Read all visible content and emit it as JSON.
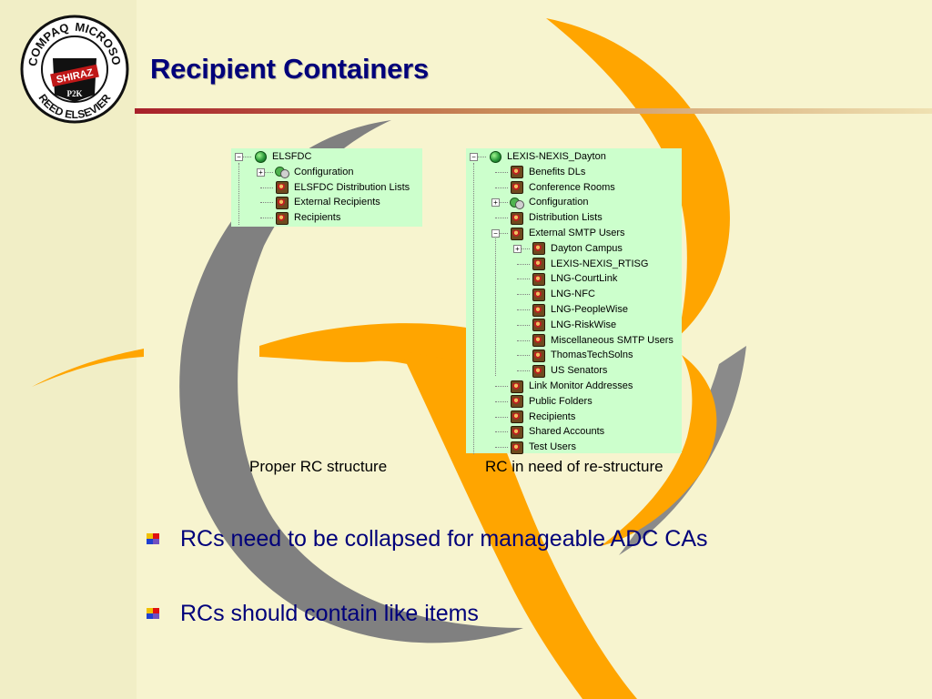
{
  "slide": {
    "title": "Recipient Containers",
    "logo": {
      "top_text": "MICROSOFT",
      "left_text": "COMPAQ",
      "bottom_text": "REED ELSEVIER",
      "center_text": "SHIRAZ",
      "sub_text": "P2K"
    },
    "colors": {
      "background": "#f7f4cf",
      "title": "#00007a",
      "rule_start": "#a8202a",
      "swoosh_gray": "#7f7f7f",
      "swoosh_orange": "#ffa500",
      "tree_bg": "#ccffcc"
    }
  },
  "tree_left": {
    "nodes": [
      {
        "label": "ELSFDC",
        "icon": "globe-icon",
        "level": 0,
        "expander": "minus"
      },
      {
        "label": "Configuration",
        "icon": "config-icon",
        "level": 1,
        "expander": "plus"
      },
      {
        "label": "ELSFDC Distribution Lists",
        "icon": "recipients-icon",
        "level": 1,
        "expander": ""
      },
      {
        "label": "External Recipients",
        "icon": "recipients-icon",
        "level": 1,
        "expander": ""
      },
      {
        "label": "Recipients",
        "icon": "recipients-icon",
        "level": 1,
        "expander": ""
      }
    ]
  },
  "tree_right": {
    "nodes": [
      {
        "label": "LEXIS-NEXIS_Dayton",
        "icon": "globe-icon",
        "level": 0,
        "expander": "minus"
      },
      {
        "label": "Benefits DLs",
        "icon": "recipients-icon",
        "level": 1,
        "expander": ""
      },
      {
        "label": "Conference Rooms",
        "icon": "recipients-icon",
        "level": 1,
        "expander": ""
      },
      {
        "label": "Configuration",
        "icon": "config-icon",
        "level": 1,
        "expander": "plus"
      },
      {
        "label": "Distribution Lists",
        "icon": "recipients-icon",
        "level": 1,
        "expander": ""
      },
      {
        "label": "External SMTP Users",
        "icon": "recipients-icon",
        "level": 1,
        "expander": "minus"
      },
      {
        "label": "Dayton Campus",
        "icon": "recipients-icon",
        "level": 2,
        "expander": "plus"
      },
      {
        "label": "LEXIS-NEXIS_RTISG",
        "icon": "recipients-icon",
        "level": 2,
        "expander": ""
      },
      {
        "label": "LNG-CourtLink",
        "icon": "recipients-icon",
        "level": 2,
        "expander": ""
      },
      {
        "label": "LNG-NFC",
        "icon": "recipients-icon",
        "level": 2,
        "expander": ""
      },
      {
        "label": "LNG-PeopleWise",
        "icon": "recipients-icon",
        "level": 2,
        "expander": ""
      },
      {
        "label": "LNG-RiskWise",
        "icon": "recipients-icon",
        "level": 2,
        "expander": ""
      },
      {
        "label": "Miscellaneous SMTP Users",
        "icon": "recipients-icon",
        "level": 2,
        "expander": ""
      },
      {
        "label": "ThomasTechSolns",
        "icon": "recipients-icon",
        "level": 2,
        "expander": ""
      },
      {
        "label": "US Senators",
        "icon": "recipients-icon",
        "level": 2,
        "expander": ""
      },
      {
        "label": "Link Monitor Addresses",
        "icon": "recipients-icon",
        "level": 1,
        "expander": ""
      },
      {
        "label": "Public Folders",
        "icon": "recipients-icon",
        "level": 1,
        "expander": ""
      },
      {
        "label": "Recipients",
        "icon": "recipients-icon",
        "level": 1,
        "expander": ""
      },
      {
        "label": "Shared Accounts",
        "icon": "recipients-icon",
        "level": 1,
        "expander": ""
      },
      {
        "label": "Test Users",
        "icon": "recipients-icon",
        "level": 1,
        "expander": ""
      }
    ]
  },
  "captions": {
    "left": "Proper RC structure",
    "right": "RC in need of re-structure"
  },
  "bullets": [
    {
      "text": "RCs need to be collapsed for manageable ADC CAs",
      "icon": "bullet-icon"
    },
    {
      "text": "RCs should contain like items",
      "icon": "bullet-icon"
    }
  ]
}
